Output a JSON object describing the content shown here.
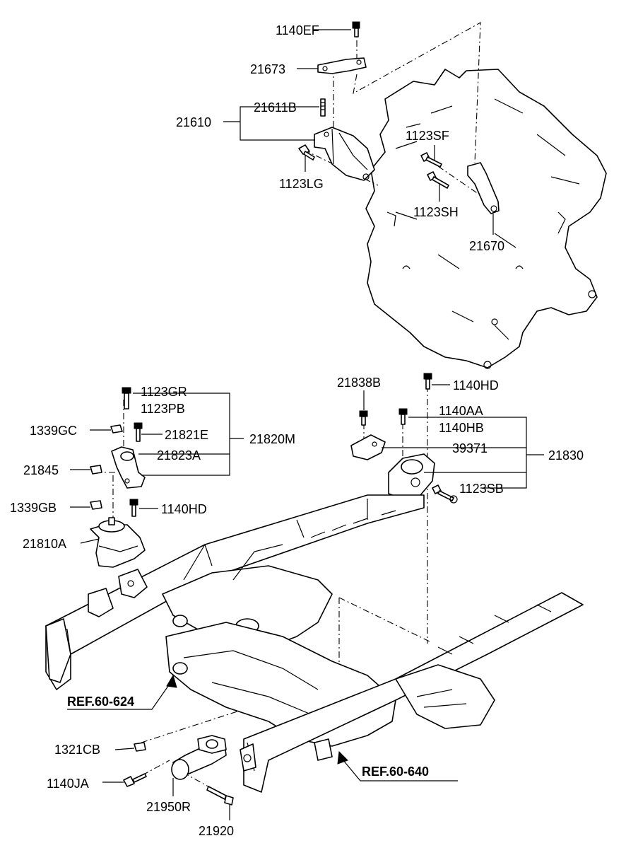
{
  "labels": {
    "p1140ef": "1140EF",
    "p21673": "21673",
    "p21611b": "21611B",
    "p21610": "21610",
    "p1123lg": "1123LG",
    "p1123sf": "1123SF",
    "p1123sh": "1123SH",
    "p21670": "21670",
    "p1123gr": "1123GR",
    "p1123pb": "1123PB",
    "p1339gc": "1339GC",
    "p21821e": "21821E",
    "p21820m": "21820M",
    "p21823a": "21823A",
    "p21845": "21845",
    "p1339gb": "1339GB",
    "p1140hd_left": "1140HD",
    "p21810a": "21810A",
    "p21838b": "21838B",
    "p1140hd_right": "1140HD",
    "p1140aa": "1140AA",
    "p1140hb": "1140HB",
    "p39371": "39371",
    "p21830": "21830",
    "p1123sb": "1123SB",
    "ref_60_624": "REF.60-624",
    "ref_60_640": "REF.60-640",
    "p1321cb": "1321CB",
    "p1140ja": "1140JA",
    "p21950r": "21950R",
    "p21920": "21920"
  }
}
